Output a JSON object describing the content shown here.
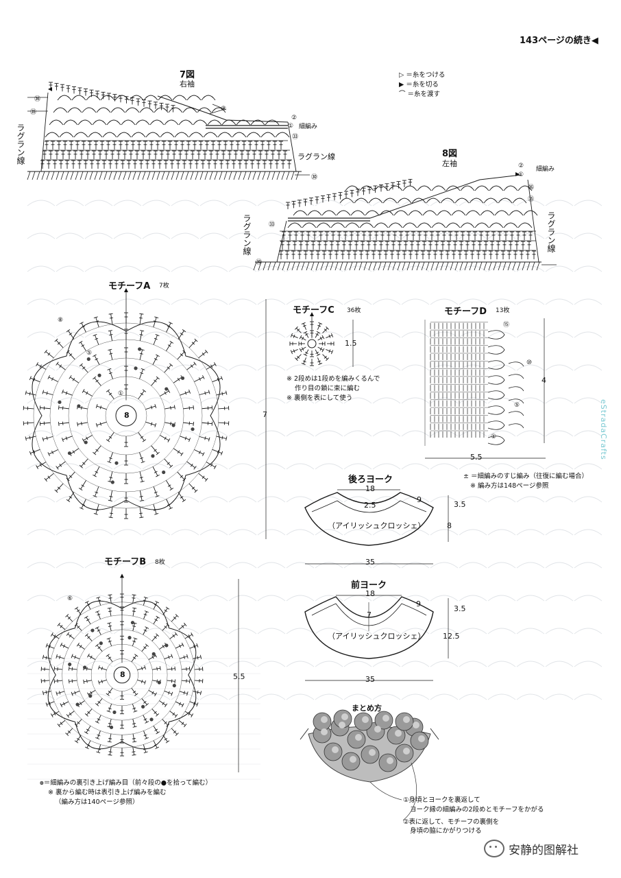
{
  "header": {
    "page_continue": "143ページの続き◀"
  },
  "legend": [
    {
      "symbol": "▷",
      "text": "＝糸をつける"
    },
    {
      "symbol": "▶",
      "text": "＝糸を切る"
    },
    {
      "symbol": "⌒",
      "text": "＝糸を渡す"
    }
  ],
  "fig7": {
    "title": "7図",
    "subtitle": "右袖",
    "raglan_left": "ラグラン線",
    "raglan_right": "ラグラン線",
    "note": "細編み",
    "rows": [
      "㊱",
      "㉟",
      "③",
      "②",
      "①",
      "㉝",
      "㉚"
    ]
  },
  "fig8": {
    "title": "8図",
    "subtitle": "左袖",
    "raglan_left": "ラグラン線",
    "raglan_right": "ラグラン線",
    "note": "細編み",
    "rows": [
      "②",
      "①",
      "㊱",
      "㉟",
      "㉝",
      "㉚"
    ]
  },
  "motifA": {
    "title": "モチーフA",
    "count": "7枚",
    "dim": "7",
    "center": "8",
    "rows": [
      "⑧",
      "⑤",
      "①"
    ]
  },
  "motifB": {
    "title": "モチーフB",
    "count": "8枚",
    "dim": "5.5",
    "center": "8",
    "rows": [
      "⑥"
    ]
  },
  "motifC": {
    "title": "モチーフC",
    "count": "36枚",
    "dim": "1.5",
    "notes": [
      "※ 2段めは1段めを編みくるんで",
      "作り目の鎖に束に編む",
      "※ 裏側を表にして使う"
    ]
  },
  "motifD": {
    "title": "モチーフD",
    "count": "13枚",
    "width": "5.5",
    "height": "4",
    "rows": [
      "⑮",
      "⑩",
      "⑤",
      "①"
    ],
    "notes": [
      "＝細編みのすじ編み（往復に編む場合）",
      "※ 編み方は148ページ参照"
    ]
  },
  "back_yoke": {
    "title": "後ろヨーク",
    "top": "18",
    "depth": "2.5",
    "edge": "9",
    "h1": "3.5",
    "h2": "8",
    "label": "（アイリッシュクロッシェ）",
    "bottom": "35"
  },
  "front_yoke": {
    "title": "前ヨーク",
    "top": "18",
    "depth": "7",
    "edge": "9",
    "h1": "3.5",
    "h2": "12.5",
    "label": "（アイリッシュクロッシェ）",
    "bottom": "35"
  },
  "assembly": {
    "title": "まとめ方",
    "notes": [
      "①身頃とヨークを裏返して",
      "ヨーク縁の細編みの2段めとモチーフをかがる",
      "②表に返して、モチーフの裏側を",
      "身頃の脇にかがりつける"
    ]
  },
  "motifB_notes": [
    "＝細編みの裏引き上げ編み目（前々段の●を拾って編む）",
    "※ 裏から編む時は表引き上げ編みを編む",
    "（編み方は140ページ参照）"
  ],
  "footer": {
    "watermark": "eStradaCrafts",
    "brand": "安静的图解社"
  }
}
